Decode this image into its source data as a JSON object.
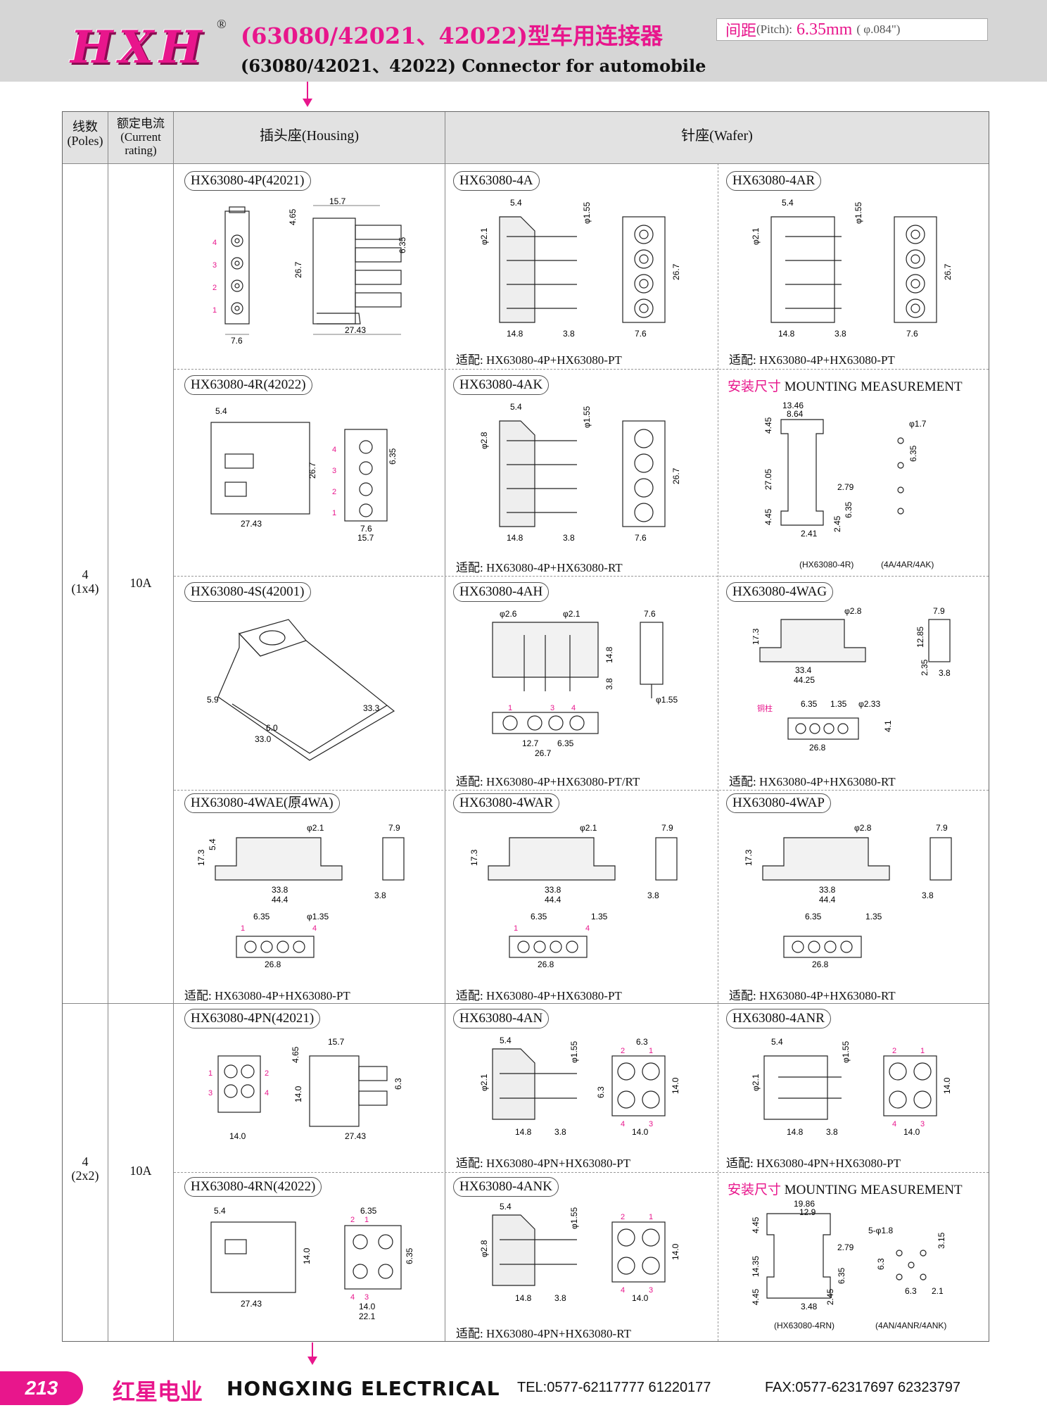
{
  "header": {
    "logo": "HXH",
    "registered": "®",
    "title_cn": "(63080/42021、42022)型车用连接器",
    "title_en": "(63080/42021、42022) Connector for automobile",
    "pitch_label": "间距",
    "pitch_label_en": "(Pitch):",
    "pitch_value": "6.35mm",
    "pitch_inch": "( φ.084\")"
  },
  "table": {
    "col_poles_cn": "线数",
    "col_poles_en": "(Poles)",
    "col_current_cn": "额定电流",
    "col_current_en1": "(Current",
    "col_current_en2": "rating)",
    "col_housing": "插头座(Housing)",
    "col_wafer": "针座(Wafer)",
    "group1": {
      "poles": "4",
      "poles_sub": "(1x4)",
      "current": "10A"
    },
    "group2": {
      "poles": "4",
      "poles_sub": "(2x2)",
      "current": "10A"
    }
  },
  "cells": {
    "r1c1": {
      "tag": "HX63080-4P(42021)"
    },
    "r1c2": {
      "tag": "HX63080-4A",
      "fit": "适配:  HX63080-4P+HX63080-PT"
    },
    "r1c3": {
      "tag": "HX63080-4AR",
      "fit": "适配:  HX63080-4P+HX63080-PT"
    },
    "r2c1": {
      "tag": "HX63080-4R(42022)"
    },
    "r2c2": {
      "tag": "HX63080-4AK",
      "fit": "适配:  HX63080-4P+HX63080-RT"
    },
    "r2c3": {
      "mount_cn": "安装尺寸",
      "mount_en": " MOUNTING MEASUREMENT",
      "note1": "(HX63080-4R)",
      "note2": "(4A/4AR/4AK)"
    },
    "r3c1": {
      "tag": "HX63080-4S(42001)"
    },
    "r3c2": {
      "tag": "HX63080-4AH",
      "fit": "适配:  HX63080-4P+HX63080-PT/RT"
    },
    "r3c3": {
      "tag": "HX63080-4WAG",
      "fit": "适配:  HX63080-4P+HX63080-RT",
      "copper": "铜柱"
    },
    "r4c1": {
      "tag": "HX63080-4WAE(原4WA)",
      "fit": "适配:  HX63080-4P+HX63080-PT"
    },
    "r4c2": {
      "tag": "HX63080-4WAR",
      "fit": "适配:  HX63080-4P+HX63080-PT"
    },
    "r4c3": {
      "tag": "HX63080-4WAP",
      "fit": "适配:  HX63080-4P+HX63080-RT"
    },
    "r5c1": {
      "tag": "HX63080-4PN(42021)"
    },
    "r5c2": {
      "tag": "HX63080-4AN",
      "fit": "适配:  HX63080-4PN+HX63080-PT"
    },
    "r5c3": {
      "tag": "HX63080-4ANR",
      "fit": "适配:  HX63080-4PN+HX63080-PT"
    },
    "r6c1": {
      "tag": "HX63080-4RN(42022)"
    },
    "r6c2": {
      "tag": "HX63080-4ANK",
      "fit": "适配:  HX63080-4PN+HX63080-RT"
    },
    "r6c3": {
      "mount_cn": "安装尺寸",
      "mount_en": " MOUNTING MEASUREMENT",
      "note1": "(HX63080-4RN)",
      "note2": "(4AN/4ANR/4ANK)"
    }
  },
  "dims": {
    "d15_7": "15.7",
    "d4_65": "4.65",
    "d26_7": "26.7",
    "d6_35": "6.35",
    "d27_43": "27.43",
    "d7_6": "7.6",
    "d5_4": "5.4",
    "d1_55": "φ1.55",
    "d2_1": "φ2.1",
    "d14_8": "14.8",
    "d3_8": "3.8",
    "d2_8": "φ2.8",
    "d13_46": "13.46",
    "d8_64": "8.64",
    "d1_7": "φ1.7",
    "d27_05": "27.05",
    "d4_45": "4.45",
    "d2_79": "2.79",
    "d2_45": "2.45",
    "d2_41": "2.41",
    "d5_9": "5.9",
    "d6_0": "6.0",
    "d33_0": "33.0",
    "d33_3": "33.3",
    "d2_6": "φ2.6",
    "d14_8v": "14.8",
    "d12_7": "12.7",
    "d1_55b": "φ1.55",
    "d7_9": "7.9",
    "d17_3": "17.3",
    "d12_85": "12.85",
    "d33_4": "33.4",
    "d44_25": "44.25",
    "d2_35": "2.35",
    "d1_35": "1.35",
    "d2_33": "φ2.33",
    "d4_1": "4.1",
    "d26_8": "26.8",
    "d33_8": "33.8",
    "d44_4": "44.4",
    "d1_35b": "φ1.35",
    "d14_0": "14.0",
    "d6_3": "6.3",
    "d22_1": "22.1",
    "d19_86": "19.86",
    "d12_9": "12.9",
    "d5_18": "5-φ1.8",
    "d3_15": "3.15",
    "d14_35": "14.35",
    "d3_48": "3.48",
    "d2_1b": "2.1",
    "n1": "1",
    "n2": "2",
    "n3": "3",
    "n4": "4"
  },
  "footer": {
    "page": "213",
    "brand_cn": "红星电业",
    "brand_en": "HONGXING ELECTRICAL",
    "tel": "TEL:0577-62117777   61220177",
    "fax": "FAX:0577-62317697   62323797"
  },
  "colors": {
    "accent": "#e8168c",
    "header_bg": "#d6d6d6",
    "table_header_bg": "#e2e2e2"
  }
}
